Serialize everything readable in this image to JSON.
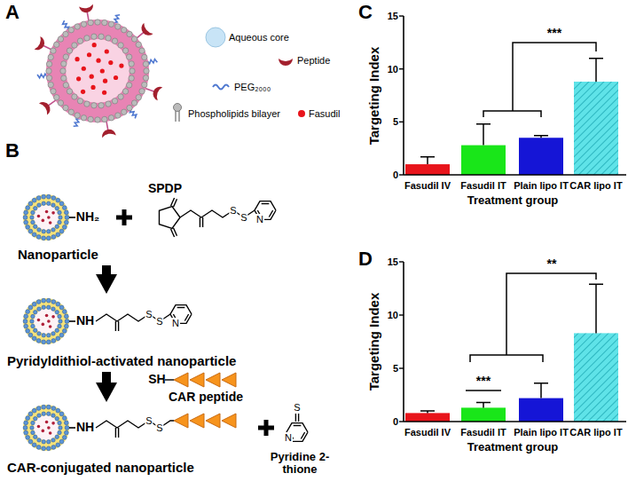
{
  "diagram": {
    "nodes": [
      {
        "text": [
          "Nanoparticle"
        ]
      },
      {
        "text": [
          "Pyridyldithiol-activated nanoparticle"
        ]
      },
      {
        "text": [
          "CAR-conjugated nanoparticle"
        ]
      }
    ],
    "edges": [
      {
        "from": 0,
        "to": 1,
        "arrow": "to"
      },
      {
        "from": 1,
        "to": 2,
        "arrow": "to"
      }
    ],
    "labels": [
      "A",
      "B",
      "C",
      "D",
      "NH₂",
      "SPDP",
      "S",
      "S",
      "N",
      "NH",
      "S",
      "S",
      "N",
      "SH",
      "CAR peptide",
      "NH",
      "S",
      "S",
      "Pyridine 2-thione",
      "S",
      "N",
      "Targeting Index",
      "0",
      "5",
      "10",
      "15",
      "Fasudil IV",
      "Fasudil IT",
      "Plain lipo IT",
      "CAR lipo IT",
      "Treatment group",
      "***",
      "Targeting Index",
      "0",
      "5",
      "10",
      "15",
      "Fasudil IV",
      "Fasudil IT",
      "Plain lipo IT",
      "CAR lipo IT",
      "Treatment group",
      "***",
      "**"
    ],
    "legend": [
      {
        "text": "Aqueous core",
        "color": "#c8e4f6"
      },
      {
        "text": "Peptide"
      },
      {
        "text": "PEG₂₀₀₀"
      },
      {
        "text": "Phospholipids bilayer"
      },
      {
        "text": "Fasudil",
        "color": "#e8141b"
      }
    ]
  }
}
